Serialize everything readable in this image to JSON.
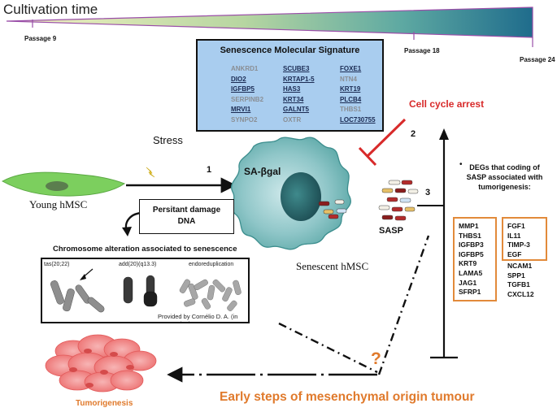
{
  "timeline": {
    "title": "Cultivation time",
    "passage_start": "Passage 9",
    "passage_mid": "Passage 18",
    "passage_end": "Passage 24"
  },
  "signature": {
    "title": "Senescence Molecular Signature",
    "col1": [
      {
        "name": "ANKRD1",
        "style": "grey"
      },
      {
        "name": "DIO2",
        "style": "dark"
      },
      {
        "name": "IGFBP5",
        "style": "dark"
      },
      {
        "name": "SERPINB2",
        "style": "grey"
      },
      {
        "name": "MRVI1",
        "style": "dark"
      },
      {
        "name": "SYNPO2",
        "style": "grey"
      }
    ],
    "col2": [
      {
        "name": "SCUBE3",
        "style": "dark"
      },
      {
        "name": "KRTAP1-5",
        "style": "dark"
      },
      {
        "name": "HAS3",
        "style": "dark"
      },
      {
        "name": "KRT34",
        "style": "dark"
      },
      {
        "name": "GALNT5",
        "style": "dark"
      },
      {
        "name": "OXTR",
        "style": "grey"
      }
    ],
    "col3": [
      {
        "name": "FOXE1",
        "style": "dark"
      },
      {
        "name": "NTN4",
        "style": "grey"
      },
      {
        "name": "KRT19",
        "style": "dark"
      },
      {
        "name": "PLCB4",
        "style": "dark"
      },
      {
        "name": "THBS1",
        "style": "grey"
      },
      {
        "name": "LOC730755",
        "style": "dark"
      }
    ]
  },
  "labels": {
    "stress": "Stress",
    "step1": "1",
    "step2": "2",
    "step3": "3",
    "young": "Young hMSC",
    "senescent": "Senescent hMSC",
    "sa_bgal": "SA-βgal",
    "sasp": "SASP",
    "damage_line1": "Persitant damage",
    "damage_line2": "DNA",
    "cell_cycle_arrest": "Cell cycle arrest",
    "degs_line1": "DEGs that coding of",
    "degs_line2": "SASP  associated with",
    "degs_line3": "tumorigenesis:",
    "bullet": "•",
    "question": "?",
    "tumorigenesis": "Tumorigenesis",
    "early_steps": "Early steps of mesenchymal origin tumour"
  },
  "degs": {
    "box1": [
      "MMP1",
      "THBS1",
      "IGFBP3",
      "IGFBP5",
      "KRT9",
      "LAMA5",
      "JAG1",
      "SFRP1"
    ],
    "box2": [
      "FGF1",
      "IL11",
      "TIMP-3",
      "EGF"
    ],
    "list2": [
      "NCAM1",
      "SPP1",
      "TGFB1",
      "CXCL12"
    ]
  },
  "chromosome": {
    "title": "Chromosome alteration associated to senescence",
    "label1": "tas(20;22)",
    "label2": "add(20)(q13.3)",
    "label3": "endoreduplication",
    "credit": "Provided by Cornélio D. A.  (in preparation)"
  },
  "colors": {
    "arrest_red": "#d82a2a",
    "orange": "#e07a2c",
    "box_blue": "#a9cdef",
    "cell_teal": "#5aa7a6",
    "young_green": "#7ccf5e"
  }
}
